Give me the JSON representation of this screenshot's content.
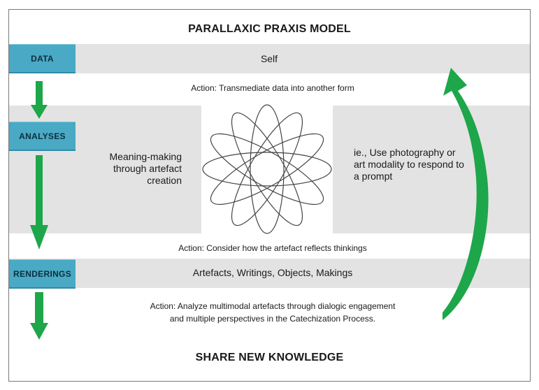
{
  "title": "PARALLAXIC PRAXIS MODEL",
  "footer": "SHARE NEW KNOWLEDGE",
  "stages": {
    "data": {
      "label": "DATA",
      "content": "Self"
    },
    "analyses": {
      "label": "ANALYSES",
      "left_text": [
        "Meaning-making",
        "through artefact",
        "creation"
      ],
      "right_text": [
        "ie., Use photography or",
        "art modality to respond to",
        "a prompt"
      ]
    },
    "renderings": {
      "label": "RENDERINGS",
      "content": "Artefacts, Writings, Objects, Makings"
    }
  },
  "actions": {
    "action1": "Action: Transmediate data into another form",
    "action2": "Action: Consider how the artefact reflects thinkings",
    "action3": [
      "Action: Analyze multimodal artefacts through dialogic engagement",
      "and multiple perspectives in the Catechization Process."
    ]
  },
  "colors": {
    "label_blue": "#4aa9c4",
    "arrow_green": "#1ea64a",
    "band_gray": "#e3e3e3"
  }
}
